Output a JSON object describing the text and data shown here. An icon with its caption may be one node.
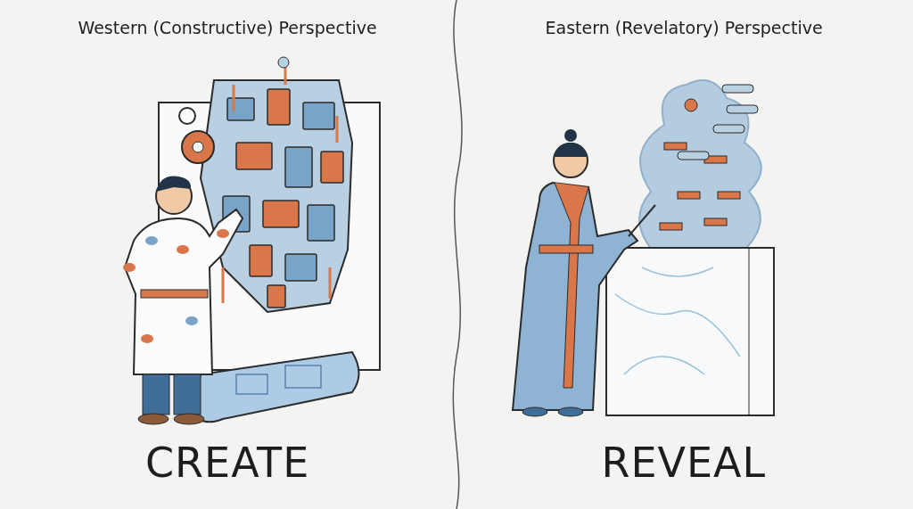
{
  "diagram": {
    "labels": [
      "Western (Constructive) Perspective",
      "Eastern (Revelatory) Perspective",
      "CREATE",
      "REVEAL"
    ]
  }
}
